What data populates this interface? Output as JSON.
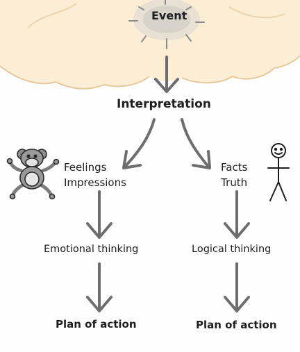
{
  "colors": {
    "cloud_fill": "#fbeed4",
    "cloud_stroke": "#e6c89a",
    "sun_stroke": "#8a8a8a",
    "arrow_stroke": "#6d6d6d",
    "text": "#1e1e1e"
  },
  "icons": {
    "left": "monkey-icon",
    "right": "stick-figure-icon",
    "top": "sun-icon"
  },
  "diagram": {
    "event": "Event",
    "interpretation": "Interpretation",
    "left_branch": {
      "lines": [
        "Feelings",
        "Impressions"
      ],
      "thinking": "Emotional thinking",
      "action": "Plan of action"
    },
    "right_branch": {
      "lines": [
        "Facts",
        "Truth"
      ],
      "thinking": "Logical thinking",
      "action": "Plan of action"
    }
  }
}
